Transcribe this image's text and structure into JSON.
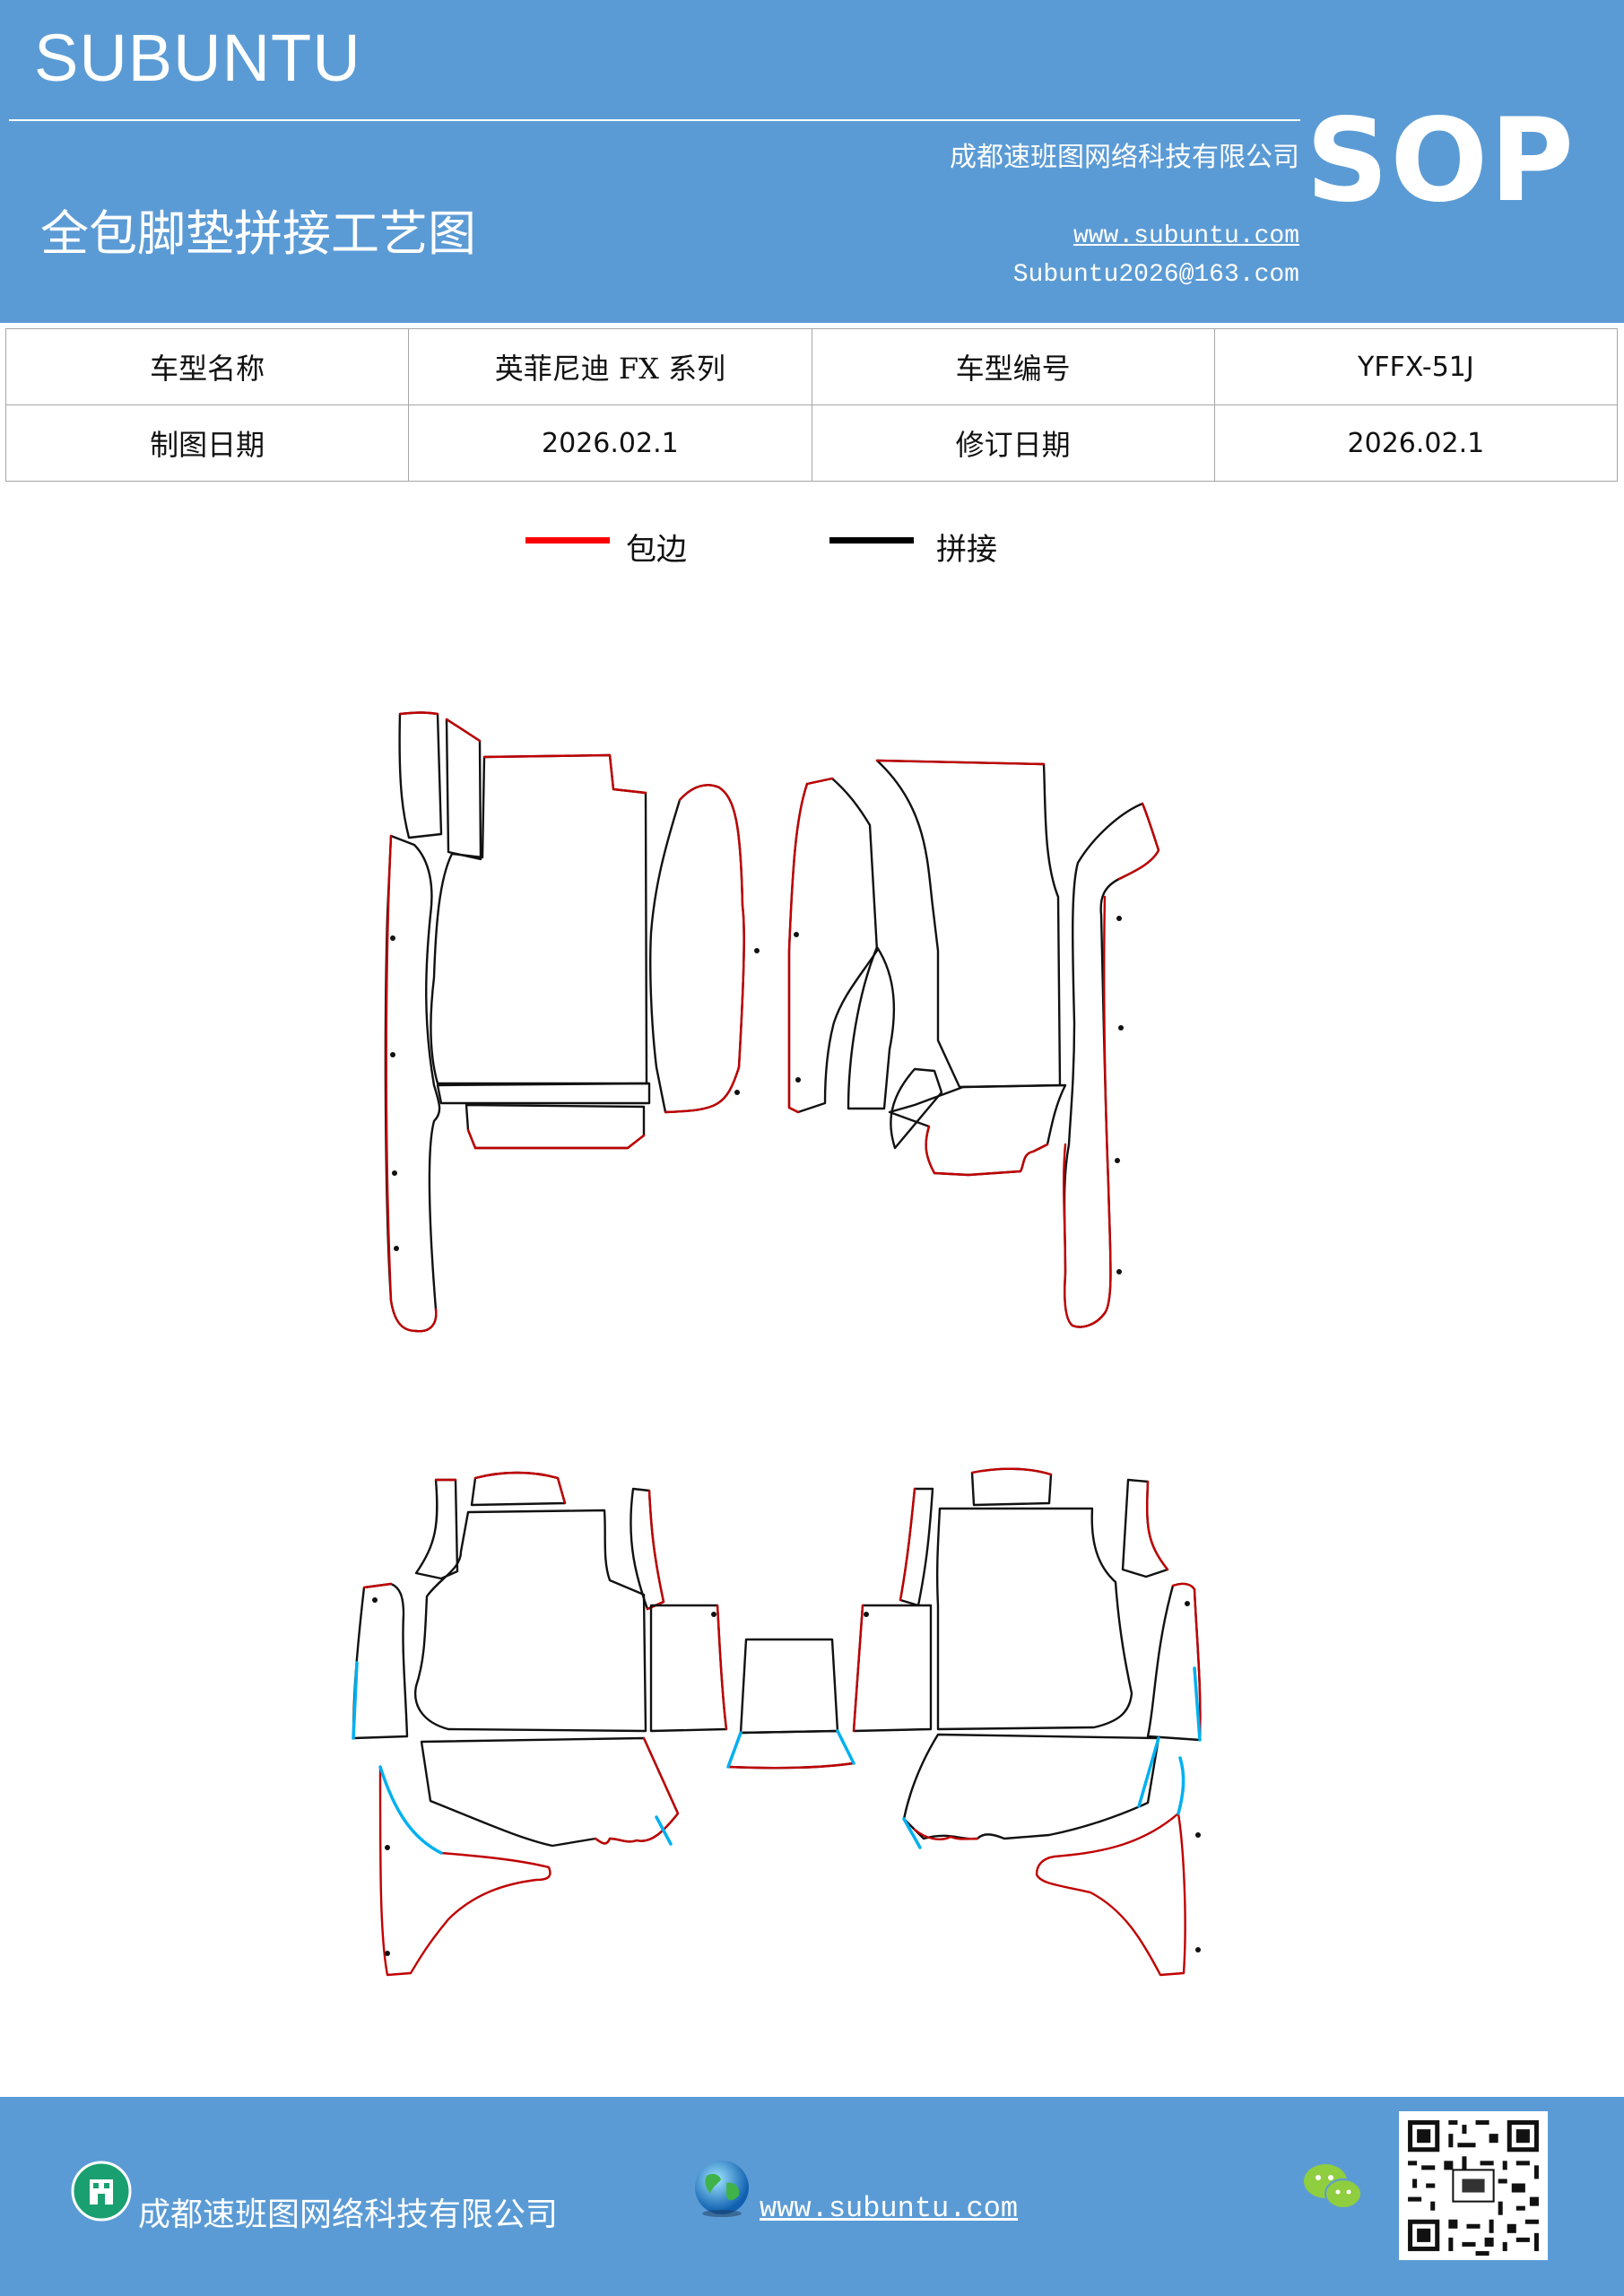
{
  "header": {
    "brand": "SUBUNTU",
    "company": "成都速班图网络科技有限公司",
    "title": "全包脚垫拼接工艺图",
    "website": "www.subuntu.com",
    "email": "Subuntu2026@163.com",
    "badge": "SOP"
  },
  "info": {
    "row1": {
      "label1": "车型名称",
      "value1": "英菲尼迪 FX 系列",
      "label2": "车型编号",
      "value2": "YFFX-51J"
    },
    "row2": {
      "label1": "制图日期",
      "value1": "2026.02.1",
      "label2": "修订日期",
      "value2": "2026.02.1"
    }
  },
  "legend": {
    "items": [
      {
        "label": "包边",
        "color": "#ff0000"
      },
      {
        "label": "拼接",
        "color": "#000000"
      }
    ]
  },
  "colors": {
    "header_bg": "#5b9bd5",
    "edge_binding": "#c00000",
    "seam": "#111111",
    "accent_cyan": "#00b0f0"
  },
  "footer": {
    "company": "成都速班图网络科技有限公司",
    "website": "www.subuntu.com",
    "icons": [
      "building-icon",
      "globe-icon",
      "wechat-icon",
      "qr-code"
    ]
  }
}
